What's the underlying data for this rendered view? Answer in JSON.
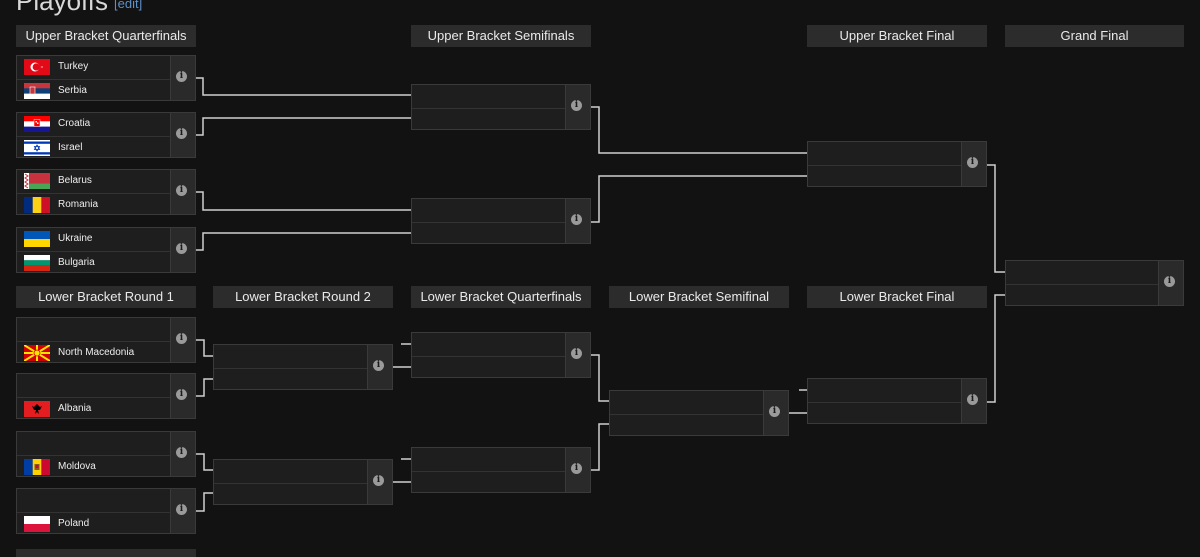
{
  "page": {
    "title": "Playoffs",
    "edit_label": "[edit]"
  },
  "rounds": {
    "ubqf": "Upper Bracket Quarterfinals",
    "ubsf": "Upper Bracket Semifinals",
    "ubf": "Upper Bracket Final",
    "gf": "Grand Final",
    "lbr1": "Lower Bracket Round 1",
    "lbr2": "Lower Bracket Round 2",
    "lbqf": "Lower Bracket Quarterfinals",
    "lbsf": "Lower Bracket Semifinal",
    "lbf": "Lower Bracket Final"
  },
  "teams": {
    "turkey": "Turkey",
    "serbia": "Serbia",
    "croatia": "Croatia",
    "israel": "Israel",
    "belarus": "Belarus",
    "romania": "Romania",
    "ukraine": "Ukraine",
    "bulgaria": "Bulgaria",
    "north_macedonia": "North Macedonia",
    "albania": "Albania",
    "moldova": "Moldova",
    "poland": "Poland"
  },
  "icons": {
    "info": "info-icon",
    "flags": [
      "flag-turkey-icon",
      "flag-serbia-icon",
      "flag-croatia-icon",
      "flag-israel-icon",
      "flag-belarus-icon",
      "flag-romania-icon",
      "flag-ukraine-icon",
      "flag-bulgaria-icon",
      "flag-north-macedonia-icon",
      "flag-albania-icon",
      "flag-moldova-icon",
      "flag-poland-icon"
    ]
  },
  "colors": {
    "background": "#121212",
    "header": "#2c2c2c",
    "match": "#1e1e1e",
    "connector": "#d0d0d0"
  }
}
